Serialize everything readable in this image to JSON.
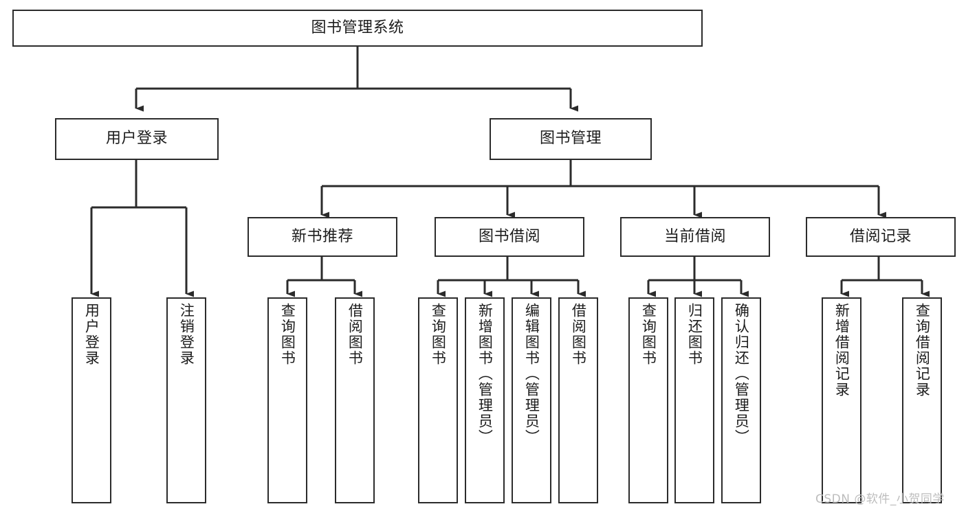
{
  "diagram": {
    "title": "图书管理系统",
    "type": "tree-hierarchy-diagram",
    "colors": {
      "background": "#ffffff",
      "box_border": "#2b2b2b",
      "box_fill": "#ffffff",
      "connector": "#2b2b2b",
      "text": "#1c1c1c",
      "watermark": "#bdbdbd"
    },
    "root": {
      "label": "图书管理系统"
    },
    "level1": [
      {
        "label": "用户登录"
      },
      {
        "label": "图书管理"
      }
    ],
    "level2": [
      {
        "label": "新书推荐"
      },
      {
        "label": "图书借阅"
      },
      {
        "label": "当前借阅"
      },
      {
        "label": "借阅记录"
      }
    ],
    "leaves": {
      "user_login": [
        {
          "label": "用户登录"
        },
        {
          "label": "注销登录"
        }
      ],
      "new_book_recommend": [
        {
          "label": "查询图书"
        },
        {
          "label": "借阅图书"
        }
      ],
      "book_borrow": [
        {
          "label": "查询图书"
        },
        {
          "label": "新增图书（管理员）"
        },
        {
          "label": "编辑图书（管理员）"
        },
        {
          "label": "借阅图书"
        }
      ],
      "current_borrow": [
        {
          "label": "查询图书"
        },
        {
          "label": "归还图书"
        },
        {
          "label": "确认归还（管理员）"
        }
      ],
      "borrow_record": [
        {
          "label": "新增借阅记录"
        },
        {
          "label": "查询借阅记录"
        }
      ]
    },
    "watermark": "CSDN @软件_小贺同学"
  }
}
